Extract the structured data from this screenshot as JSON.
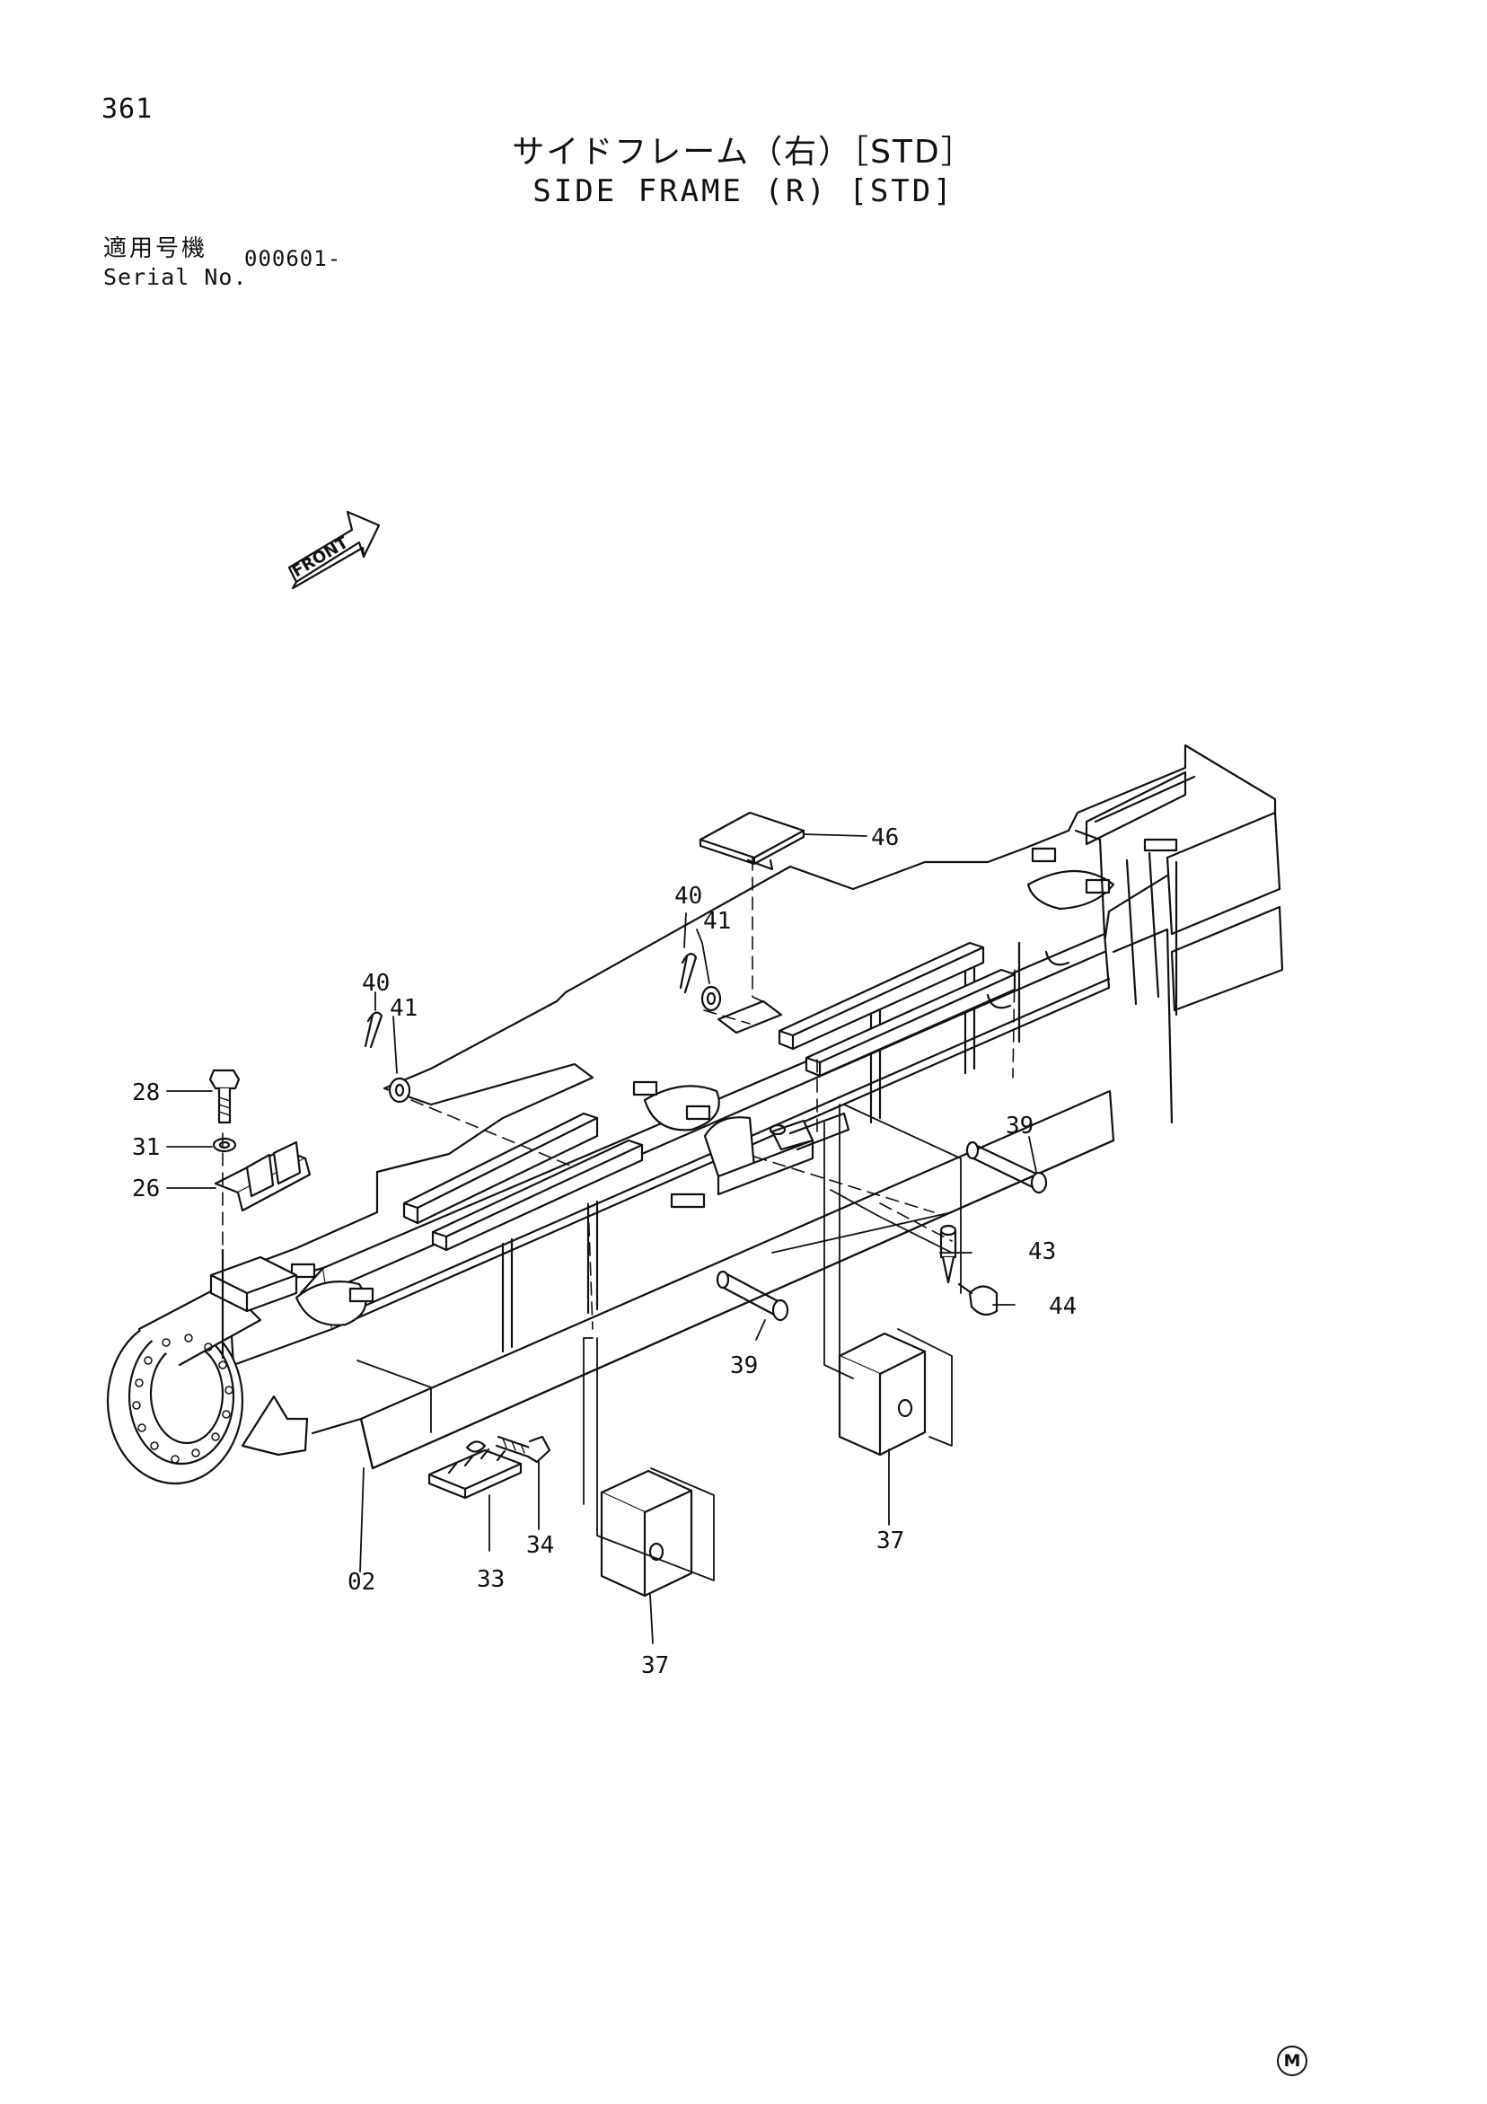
{
  "page": {
    "number": "361",
    "title_jp": "サイドフレーム（右）［STD］",
    "title_en": "SIDE FRAME (R) [STD]",
    "serial_label_jp": "適用号機",
    "serial_label_en": "Serial No.",
    "serial_value": "000601-",
    "footer_mark": "M"
  },
  "diagram": {
    "front_arrow_text": "FRONT",
    "labels": {
      "p46": "46",
      "p40a": "40",
      "p41a": "41",
      "p40b": "40",
      "p41b": "41",
      "p28": "28",
      "p31": "31",
      "p26": "26",
      "p39a": "39",
      "p43": "43",
      "p44": "44",
      "p39b": "39",
      "p37a": "37",
      "p37b": "37",
      "p02": "02",
      "p33": "33",
      "p34": "34"
    }
  }
}
